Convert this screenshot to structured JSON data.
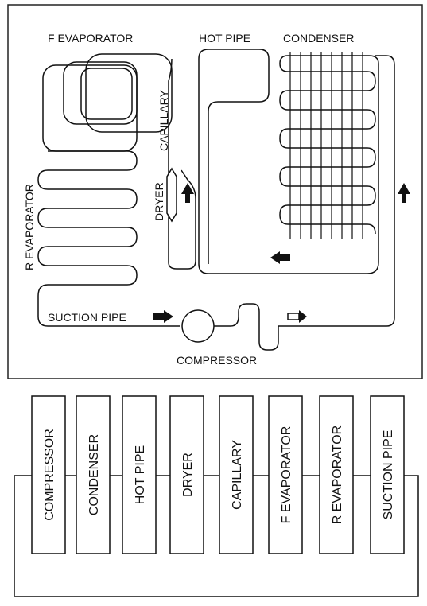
{
  "diagram": {
    "labels": {
      "f_evaporator": "F EVAPORATOR",
      "hot_pipe": "HOT PIPE",
      "condenser": "CONDENSER",
      "capillary": "CAPILLARY",
      "dryer": "DRYER",
      "r_evaporator": "R EVAPORATOR",
      "suction_pipe": "SUCTION PIPE",
      "compressor": "COMPRESSOR"
    }
  },
  "sequence": {
    "blocks": [
      "COMPRESSOR",
      "CONDENSER",
      "HOT PIPE",
      "DRYER",
      "CAPILLARY",
      "F EVAPORATOR",
      "R EVAPORATOR",
      "SUCTION PIPE"
    ]
  }
}
